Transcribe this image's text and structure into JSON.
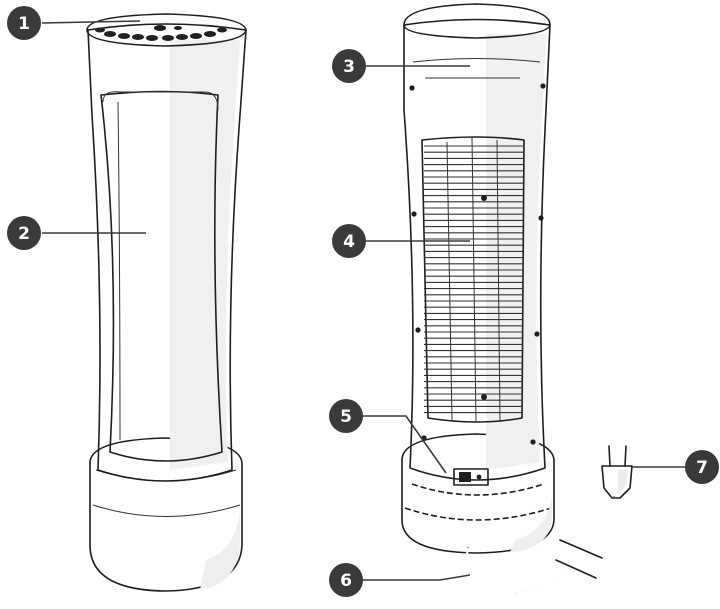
{
  "callouts": [
    {
      "id": "1",
      "label": "1"
    },
    {
      "id": "2",
      "label": "2"
    },
    {
      "id": "3",
      "label": "3"
    },
    {
      "id": "4",
      "label": "4"
    },
    {
      "id": "5",
      "label": "5"
    },
    {
      "id": "6",
      "label": "6"
    },
    {
      "id": "7",
      "label": "7"
    }
  ],
  "colors": {
    "badge": "#3a3a3a",
    "outline": "#1e1e1e",
    "body_fill": "#ffffff",
    "shade": "#ececec"
  }
}
